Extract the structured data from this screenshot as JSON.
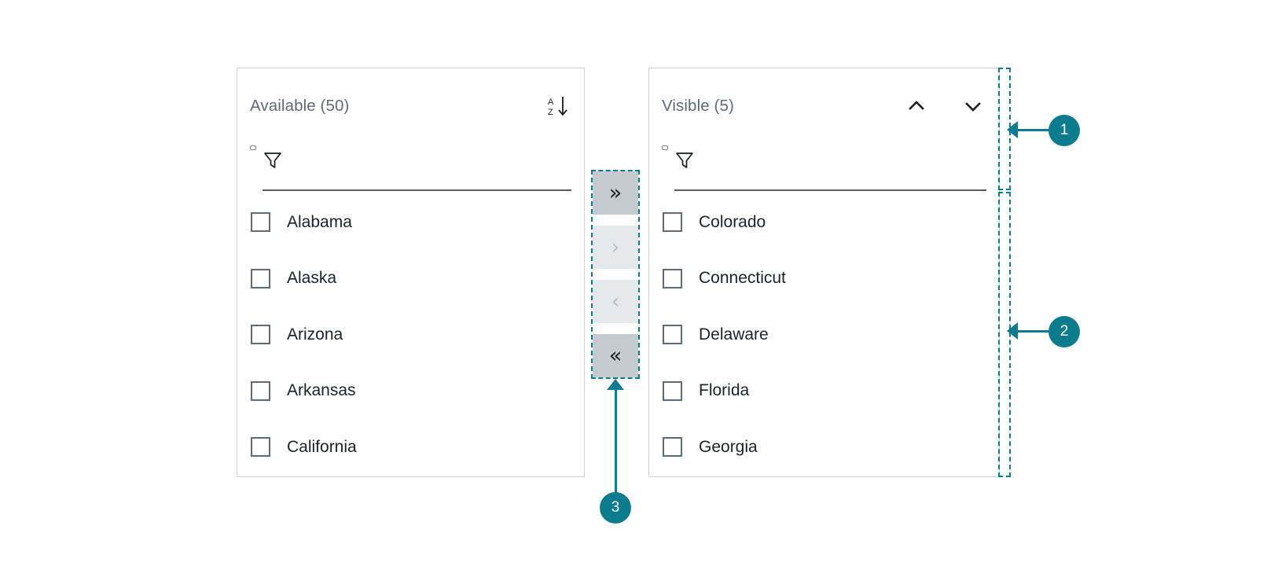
{
  "theme": {
    "accent": "#0b7c8e",
    "panel_border": "#cdd2d7",
    "title_color": "#5f6a74",
    "item_text_color": "#1c2226",
    "button_enabled_bg": "#c5cad0",
    "button_disabled_bg": "#e6e9ec",
    "underline_color": "#565d66"
  },
  "available_panel": {
    "title": "Available (50)",
    "sort_icon": "sort-az-descending-icon",
    "sort_icon_glyph_top": "A",
    "sort_icon_glyph_bottom": "Z",
    "sort_icon_arrow": "↓",
    "filter_icon": "filter-funnel-icon",
    "filter_value": "",
    "filter_placeholder": "",
    "items": [
      {
        "label": "Alabama",
        "checked": false
      },
      {
        "label": "Alaska",
        "checked": false
      },
      {
        "label": "Arizona",
        "checked": false
      },
      {
        "label": "Arkansas",
        "checked": false
      },
      {
        "label": "California",
        "checked": false
      }
    ]
  },
  "visible_panel": {
    "title": "Visible (5)",
    "move_up_icon": "chevron-up-icon",
    "move_down_icon": "chevron-down-icon",
    "filter_icon": "filter-funnel-icon",
    "filter_value": "",
    "filter_placeholder": "",
    "items": [
      {
        "label": "Colorado",
        "checked": false
      },
      {
        "label": "Connecticut",
        "checked": false
      },
      {
        "label": "Delaware",
        "checked": false
      },
      {
        "label": "Florida",
        "checked": false
      },
      {
        "label": "Georgia",
        "checked": false
      }
    ]
  },
  "transfer_buttons": [
    {
      "name": "move-all-right-button",
      "glyph": "»",
      "enabled": true
    },
    {
      "name": "move-selected-right-button",
      "glyph": "›",
      "enabled": false
    },
    {
      "name": "move-selected-left-button",
      "glyph": "‹",
      "enabled": false
    },
    {
      "name": "move-all-left-button",
      "glyph": "«",
      "enabled": true
    }
  ],
  "annotations": [
    {
      "id": "1",
      "label": "1",
      "target": "visible-panel-header-region"
    },
    {
      "id": "2",
      "label": "2",
      "target": "visible-panel-list-region"
    },
    {
      "id": "3",
      "label": "3",
      "target": "transfer-button-group"
    }
  ]
}
